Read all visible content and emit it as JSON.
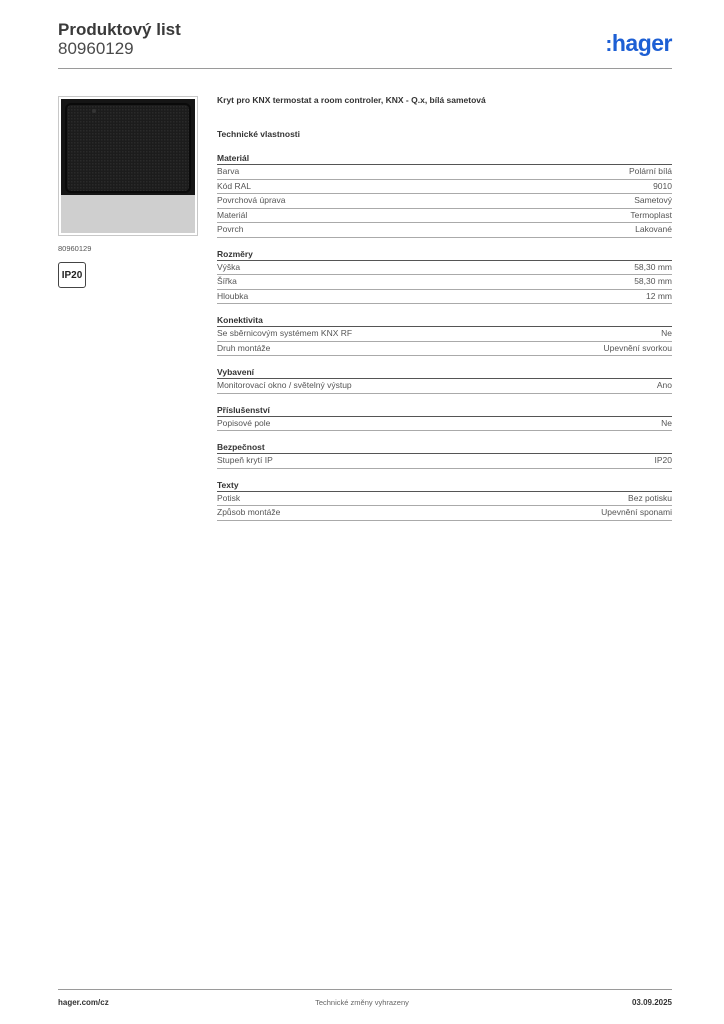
{
  "header": {
    "title": "Produktový list",
    "product_number": "80960129",
    "logo_text": "hager",
    "brand_color": "#1d5fd4"
  },
  "image_panel": {
    "caption": "80960129",
    "badge": "IP20"
  },
  "content": {
    "product_title": "Kryt pro KNX termostat a room controler, KNX - Q.x, bílá sametová",
    "section_title": "Technické vlastnosti",
    "groups": [
      {
        "title": "Materiál",
        "rows": [
          {
            "label": "Barva",
            "value": "Polární bílá"
          },
          {
            "label": "Kód RAL",
            "value": "9010"
          },
          {
            "label": "Povrchová úprava",
            "value": "Sametový"
          },
          {
            "label": "Materiál",
            "value": "Termoplast"
          },
          {
            "label": "Povrch",
            "value": "Lakované"
          }
        ]
      },
      {
        "title": "Rozměry",
        "rows": [
          {
            "label": "Výška",
            "value": "58,30 mm"
          },
          {
            "label": "Šířka",
            "value": "58,30 mm"
          },
          {
            "label": "Hloubka",
            "value": "12 mm"
          }
        ]
      },
      {
        "title": "Konektivita",
        "rows": [
          {
            "label": "Se sběrnicovým systémem KNX RF",
            "value": "Ne"
          },
          {
            "label": "Druh montáže",
            "value": "Upevnění svorkou"
          }
        ]
      },
      {
        "title": "Vybavení",
        "rows": [
          {
            "label": "Monitorovací okno / světelný výstup",
            "value": "Ano"
          }
        ]
      },
      {
        "title": "Příslušenství",
        "rows": [
          {
            "label": "Popisové pole",
            "value": "Ne"
          }
        ]
      },
      {
        "title": "Bezpečnost",
        "rows": [
          {
            "label": "Stupeň krytí IP",
            "value": "IP20"
          }
        ]
      },
      {
        "title": "Texty",
        "rows": [
          {
            "label": "Potisk",
            "value": "Bez potisku"
          },
          {
            "label": "Způsob montáže",
            "value": "Upevnění sponami"
          }
        ]
      }
    ]
  },
  "footer": {
    "website": "hager.com/cz",
    "notice": "Technické změny vyhrazeny",
    "date": "03.09.2025"
  }
}
